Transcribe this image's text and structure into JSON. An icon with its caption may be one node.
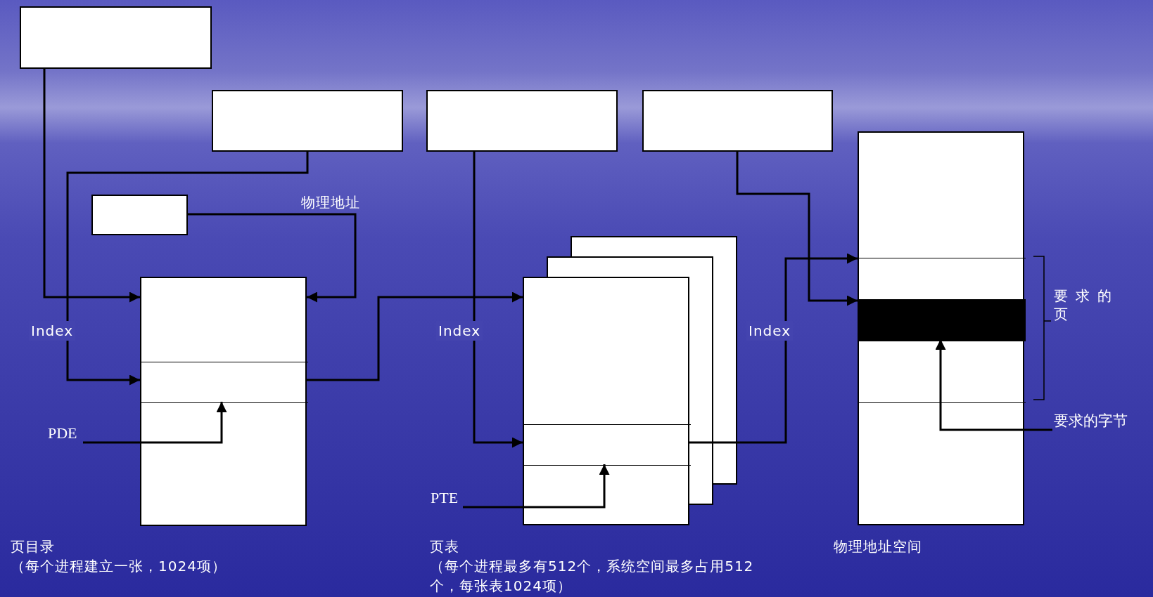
{
  "diagram": {
    "nodes": [
      {
        "text": [],
        "shape": "box"
      },
      {
        "text": [],
        "shape": "box"
      },
      {
        "text": [],
        "shape": "box"
      },
      {
        "text": [],
        "shape": "box"
      },
      {
        "text": [],
        "shape": "box",
        "beside": [
          "物理地址空间"
        ]
      },
      {
        "text": [],
        "shape": "box",
        "in": 4
      },
      {
        "text": [],
        "shape": "bar",
        "in": 5
      },
      {
        "text": [],
        "shape": "box"
      },
      {
        "text": [],
        "shape": "box",
        "beside": [
          "页表",
          "（每个进程最多有512个，系统空间最多占用512个，每张表1024项）"
        ]
      },
      {
        "text": [],
        "shape": "box",
        "beside": [
          "页目录",
          "（每个进程建立一张，1024项）"
        ]
      },
      {
        "text": [],
        "shape": "box",
        "in": 9
      },
      {
        "text": [],
        "shape": "box",
        "in": 8
      },
      {
        "text": [
          "PDE"
        ]
      },
      {
        "text": [
          "PTE"
        ]
      },
      {
        "text": [
          "要求的字节"
        ]
      }
    ],
    "edges": [
      {
        "from": 0,
        "to": 9,
        "arrow": "to"
      },
      {
        "from": 1,
        "to": 10,
        "arrow": "to",
        "label": "Index"
      },
      {
        "from": 7,
        "to": 9,
        "arrow": "to",
        "label": "物理地址"
      },
      {
        "from": 12,
        "to": 10,
        "arrow": "to"
      },
      {
        "from": 10,
        "to": 8,
        "arrow": "to"
      },
      {
        "from": 2,
        "to": 11,
        "arrow": "to",
        "label": "Index"
      },
      {
        "from": 13,
        "to": 11,
        "arrow": "to"
      },
      {
        "from": 11,
        "to": 5,
        "arrow": "to",
        "label": "Index"
      },
      {
        "from": 3,
        "to": 6,
        "arrow": "to"
      },
      {
        "from": 14,
        "to": 6,
        "arrow": "to"
      }
    ],
    "labels": [
      "要求的页"
    ]
  }
}
